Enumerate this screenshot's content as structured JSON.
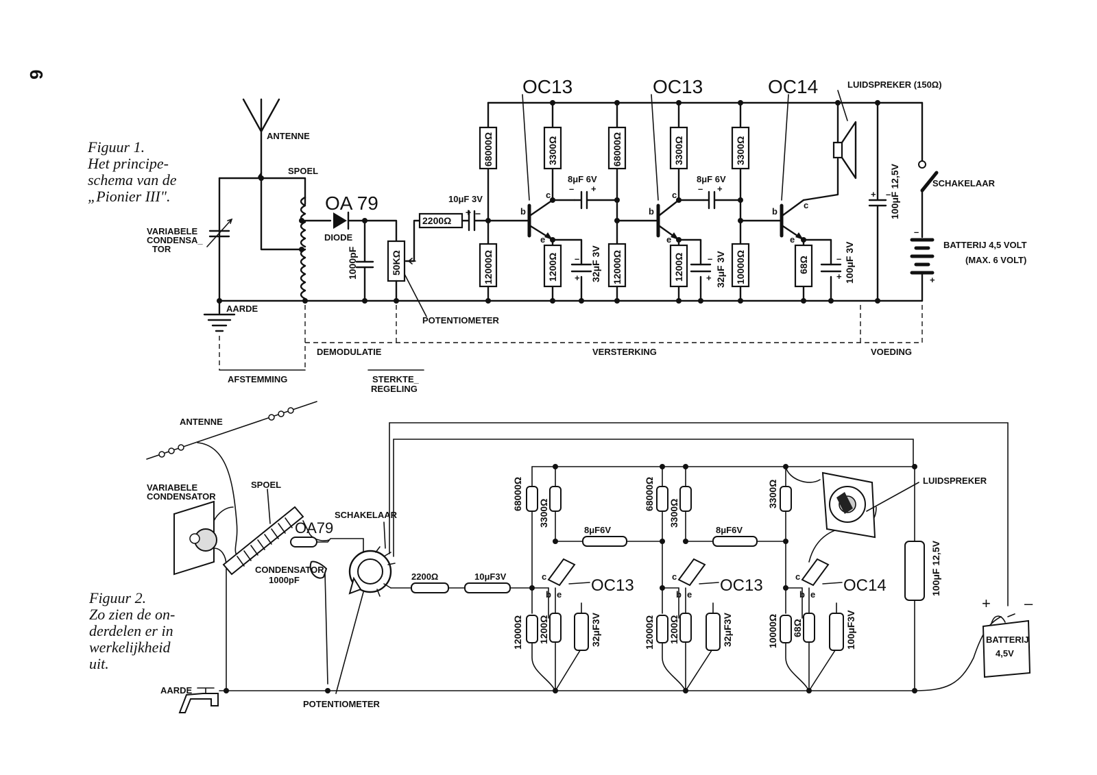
{
  "page_number": "9",
  "figure1": {
    "caption": [
      "Figuur 1.",
      "Het principe-",
      "schema van de",
      "„Pionier III\"."
    ],
    "labels": {
      "antenne": "ANTENNE",
      "spoel": "SPOEL",
      "variabele_condensator": [
        "VARIABELE",
        "CONDENSA_",
        "TOR"
      ],
      "aarde": "AARDE",
      "diode_type": "OA 79",
      "diode": "DIODE",
      "potentiometer": "POTENTIOMETER",
      "luidspreker": "LUIDSPREKER (150Ω)",
      "schakelaar": "SCHAKELAAR",
      "batterij": "BATTERIJ 4,5 VOLT",
      "batterij_max": "(MAX. 6 VOLT)",
      "t1": "OC13",
      "t2": "OC13",
      "t3": "OC14",
      "b": "b",
      "c": "c",
      "e": "e"
    },
    "components": {
      "c_1000pf": "1000pF",
      "pot_50k": "50KΩ",
      "r_2200": "2200Ω",
      "c_10uf": "10μF 3V",
      "r1_68000": "68000Ω",
      "r1_3300": "3300Ω",
      "r1_12000": "12000Ω",
      "r1_1200": "1200Ω",
      "c1_8uf": "8μF 6V",
      "c1_32uf": "32μF 3V",
      "r2_68000": "68000Ω",
      "r2_3300": "3300Ω",
      "r2_12000": "12000Ω",
      "r2_1200": "1200Ω",
      "c2_8uf": "8μF 6V",
      "c2_32uf": "32μF 3V",
      "r3_3300": "3300Ω",
      "r3_10000": "10000Ω",
      "r3_68": "68Ω",
      "c3_100uf": "100μF 3V",
      "c_100uf_125": "100μF 12,5V"
    },
    "sections": {
      "afstemming": "AFSTEMMING",
      "demodulatie": "DEMODULATIE",
      "sterkteregeling": [
        "STERKTE_",
        "REGELING"
      ],
      "versterking": "VERSTERKING",
      "voeding": "VOEDING"
    }
  },
  "figure2": {
    "caption": [
      "Figuur 2.",
      "Zo zien de on-",
      "derdelen er in",
      "werkelijkheid",
      "uit."
    ],
    "labels": {
      "antenne": "ANTENNE",
      "variabele_condensator": [
        "VARIABELE",
        "CONDENSATOR"
      ],
      "spoel": "SPOEL",
      "oa79": "OA79",
      "schakelaar": "SCHAKELAAR",
      "condensator": [
        "CONDENSATOR",
        "1000pF"
      ],
      "aarde": "AARDE",
      "potentiometer": "POTENTIOMETER",
      "luidspreker": "LUIDSPREKER",
      "batterij": [
        "BATTERIJ",
        "4,5V"
      ],
      "plus": "+",
      "minus": "–",
      "t1": "OC13",
      "t2": "OC13",
      "t3": "OC14",
      "r_2200": "2200Ω",
      "c_10uf": "10μF3V",
      "r1_68000": "68000Ω",
      "r1_3300": "3300Ω",
      "c1_8uf": "8μF6V",
      "r1_12000": "12000Ω",
      "r1_1200": "1200Ω",
      "c1_32uf": "32μF3V",
      "r2_68000": "68000Ω",
      "r2_3300": "3300Ω",
      "c2_8uf": "8μF6V",
      "r2_12000": "12000Ω",
      "r2_1200": "1200Ω",
      "c2_32uf": "32μF3V",
      "r3_3300": "3300Ω",
      "r3_10000": "10000Ω",
      "r3_68": "68Ω",
      "c3_100uf": "100μF3V",
      "c_100uf_125": "100μF 12,5V",
      "c": "c",
      "b": "b",
      "e": "e"
    }
  }
}
